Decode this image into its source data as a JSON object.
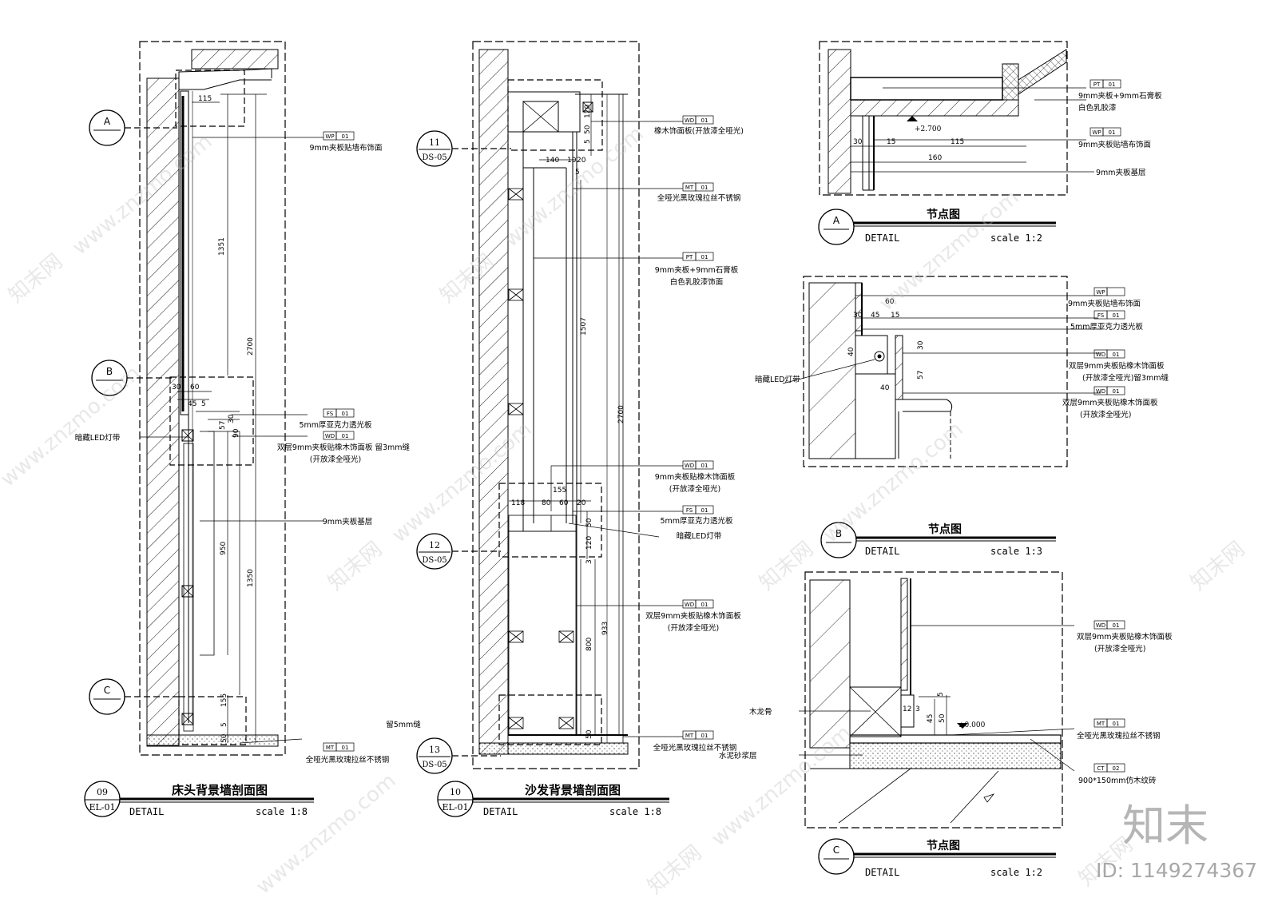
{
  "panels": {
    "p09": {
      "bubble_top": "09",
      "bubble_bottom": "EL-01",
      "title": "床头背景墙剖面图",
      "detail": "DETAIL",
      "scale": "scale 1:8",
      "markers": [
        {
          "id": "A"
        },
        {
          "id": "B"
        },
        {
          "id": "C"
        }
      ],
      "tags": [
        {
          "code": "WP",
          "num": "01",
          "desc": [
            "9mm夹板贴墙布饰面"
          ]
        },
        {
          "code": "FS",
          "num": "01",
          "desc": [
            "5mm厚亚克力透光板"
          ]
        },
        {
          "code": "WD",
          "num": "01",
          "desc": [
            "双层9mm夹板贴橡木饰面板 留3mm缝",
            "(开放漆全哑光)"
          ]
        },
        {
          "code": "MT",
          "num": "01",
          "desc": [
            "全哑光黑玫瑰拉丝不锈钢"
          ]
        }
      ],
      "labels": {
        "led": "暗藏LED灯带",
        "base": "9mm夹板基层",
        "gap": "留5mm缝"
      },
      "dims": {
        "d115": "115",
        "d1351": "1351",
        "d2700": "2700",
        "d30": "30",
        "d60": "60",
        "d45": "45",
        "d5": "5",
        "d57": "57",
        "d30b": "30",
        "d90": "90",
        "d950": "950",
        "d1350": "1350",
        "d155": "155",
        "d5b": "5",
        "d50": "50"
      }
    },
    "p10": {
      "bubble_top": "10",
      "bubble_bottom": "EL-01",
      "title": "沙发背景墙剖面图",
      "detail": "DETAIL",
      "scale": "scale 1:8",
      "markers": [
        {
          "top": "11",
          "bottom": "DS-05"
        },
        {
          "top": "12",
          "bottom": "DS-05"
        },
        {
          "top": "13",
          "bottom": "DS-05"
        }
      ],
      "tags": [
        {
          "code": "WD",
          "num": "01",
          "desc": [
            "橡木饰面板(开放漆全哑光)"
          ]
        },
        {
          "code": "MT",
          "num": "01",
          "desc": [
            "全哑光黑玫瑰拉丝不锈钢"
          ]
        },
        {
          "code": "PT",
          "num": "01",
          "desc": [
            "9mm夹板+9mm石膏板",
            "白色乳胶漆饰面"
          ]
        },
        {
          "code": "WD",
          "num": "01",
          "desc": [
            "9mm夹板贴橡木饰面板",
            "(开放漆全哑光)"
          ]
        },
        {
          "code": "FS",
          "num": "01",
          "desc": [
            "5mm厚亚克力透光板"
          ]
        },
        {
          "code": "WD",
          "num": "01",
          "desc": [
            "双层9mm夹板贴橡木饰面板",
            "(开放漆全哑光)"
          ]
        },
        {
          "code": "MT",
          "num": "01",
          "desc": [
            "全哑光黑玫瑰拉丝不锈钢"
          ]
        }
      ],
      "labels": {
        "led": "暗藏LED灯带"
      },
      "dims": {
        "d120": "120",
        "d50": "50",
        "d5": "5",
        "d140": "140",
        "d10": "10",
        "d20": "20",
        "d5b": "5",
        "d1507": "1507",
        "d2700": "2700",
        "d155": "155",
        "d118": "118",
        "d80": "80",
        "d60": "60",
        "d20b": "20",
        "d50b": "50",
        "d120b": "120",
        "d3": "3",
        "d933": "933",
        "d800": "800",
        "d50c": "50"
      }
    },
    "pA": {
      "bubble": "A",
      "title": "节点图",
      "detail": "DETAIL",
      "scale": "scale 1:2",
      "tags": [
        {
          "code": "PT",
          "num": "01",
          "desc": [
            "9mm夹板+9mm石膏板",
            "白色乳胶漆"
          ]
        },
        {
          "code": "WP",
          "num": "01",
          "desc": [
            "9mm夹板贴墙布饰面"
          ]
        }
      ],
      "labels": {
        "base": "9mm夹板基层",
        "level": "+2.700"
      },
      "dims": {
        "d30": "30",
        "d15": "15",
        "d115": "115",
        "d160": "160"
      }
    },
    "pB": {
      "bubble": "B",
      "title": "节点图",
      "detail": "DETAIL",
      "scale": "scale 1:3",
      "tags": [
        {
          "code": "WP",
          "num": "",
          "desc": [
            "9mm夹板贴墙布饰面"
          ]
        },
        {
          "code": "FS",
          "num": "01",
          "desc": [
            "5mm厚亚克力透光板"
          ]
        },
        {
          "code": "WD",
          "num": "01",
          "desc": [
            "双层9mm夹板贴橡木饰面板",
            "(开放漆全哑光)留3mm缝"
          ]
        },
        {
          "code": "WD",
          "num": "01",
          "desc": [
            "双层9mm夹板贴橡木饰面板",
            "(开放漆全哑光)"
          ]
        }
      ],
      "labels": {
        "led": "暗藏LED灯带"
      },
      "dims": {
        "d60": "60",
        "d30": "30",
        "d45": "45",
        "d15": "15",
        "d40": "40",
        "d30b": "30",
        "d57": "57",
        "d40b": "40"
      }
    },
    "pC": {
      "bubble": "C",
      "title": "节点图",
      "detail": "DETAIL",
      "scale": "scale 1:2",
      "tags": [
        {
          "code": "WD",
          "num": "01",
          "desc": [
            "双层9mm夹板贴橡木饰面板",
            "(开放漆全哑光)"
          ]
        },
        {
          "code": "MT",
          "num": "01",
          "desc": [
            "全哑光黑玫瑰拉丝不锈钢"
          ]
        },
        {
          "code": "CT",
          "num": "02",
          "desc": [
            "900*150mm仿木纹砖"
          ]
        }
      ],
      "labels": {
        "keel": "木龙骨",
        "mortar": "水泥砂浆层",
        "level": "±0.000"
      },
      "dims": {
        "d12": "12",
        "d3": "3",
        "d5": "5",
        "d45": "45",
        "d50": "50"
      }
    }
  },
  "watermark": {
    "logo": "知末",
    "id": "ID: 1149274367",
    "site": "www.znzmo.com",
    "site_cn": "知末网"
  }
}
